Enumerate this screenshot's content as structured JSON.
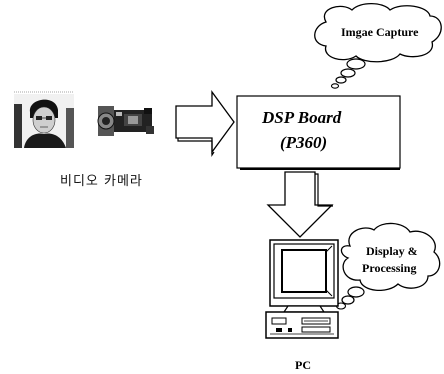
{
  "cloud_capture": {
    "label": "Imgae Capture"
  },
  "dsp_board": {
    "line1": "DSP Board",
    "line2": "(P360)"
  },
  "camera": {
    "caption": "비디오 카메라"
  },
  "cloud_display": {
    "line1": "Display &",
    "line2": "Processing"
  },
  "pc": {
    "label": "PC"
  }
}
